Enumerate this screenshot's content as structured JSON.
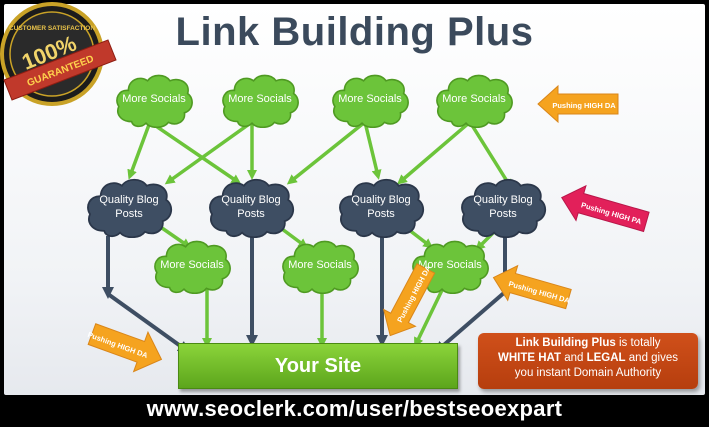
{
  "title": "Link Building Plus",
  "badge": {
    "top_text": "CUSTOMER SATISFACTION",
    "percent": "100%",
    "ribbon": "GUARANTEED"
  },
  "social_label": "More Socials",
  "blog_label_line1": "Quality Blog",
  "blog_label_line2": "Posts",
  "target_label": "Your Site",
  "pushing": {
    "da": "Pushing HIGH DA",
    "pa": "Pushing HIGH PA"
  },
  "info": {
    "brand": "Link Building Plus",
    "text1": " is totally",
    "white_hat": "WHITE HAT",
    "and": " and ",
    "legal": "LEGAL",
    "text2": " and gives",
    "line3": "you instant Domain Authority"
  },
  "footer_url": "www.seoclerk.com/user/bestseoexpart",
  "colors": {
    "title": "#3b4a5c",
    "social_cloud": "#6cc43a",
    "blog_cloud": "#3e4e63",
    "green_arrow": "#6cc43a",
    "dark_arrow": "#3e4e63",
    "orange": "#f5a31f",
    "pink": "#e2205a",
    "info_box": "#c7471a"
  }
}
